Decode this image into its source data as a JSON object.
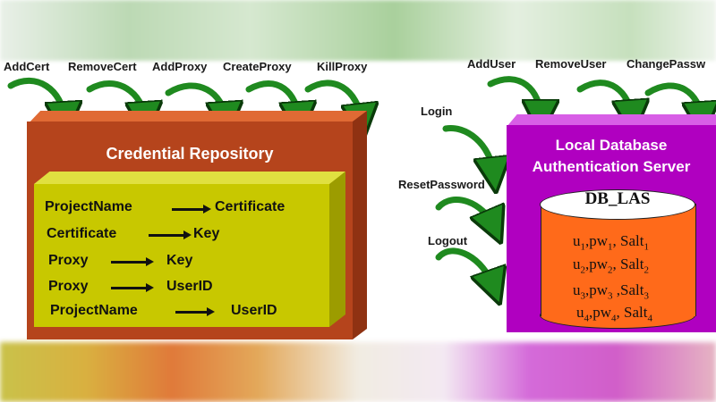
{
  "colors": {
    "repository": "#b5441c",
    "repository_inner": "#c8c800",
    "las_server": "#b000c0",
    "database": "#ff6a1a",
    "arrow": "#1f8a1f"
  },
  "repository": {
    "title": "Credential Repository",
    "operations": [
      "AddCert",
      "RemoveCert",
      "AddProxy",
      "CreateProxy",
      "KillProxy"
    ],
    "mappings": [
      {
        "from": "ProjectName",
        "to": "Certificate"
      },
      {
        "from": "Certificate",
        "to": "Key"
      },
      {
        "from": "Proxy",
        "to": "Key"
      },
      {
        "from": "Proxy",
        "to": "UserID"
      },
      {
        "from": "ProjectName",
        "to": "UserID"
      }
    ]
  },
  "las": {
    "title_line1": "Local Database",
    "title_line2": "Authentication Server",
    "top_operations": [
      "AddUser",
      "RemoveUser",
      "ChangePassw"
    ],
    "side_operations": [
      "Login",
      "ResetPassword",
      "Logout"
    ],
    "database": {
      "name": "DB_LAS",
      "rows": [
        {
          "u": "u",
          "pw": "pw",
          "salt": "Salt",
          "index": "1"
        },
        {
          "u": "u",
          "pw": "pw",
          "salt": "Salt",
          "index": "2"
        },
        {
          "u": "u",
          "pw": "pw",
          "salt": "Salt",
          "index": "3"
        },
        {
          "u": "u",
          "pw": "pw",
          "salt": "Salt",
          "index": "4"
        }
      ]
    }
  }
}
